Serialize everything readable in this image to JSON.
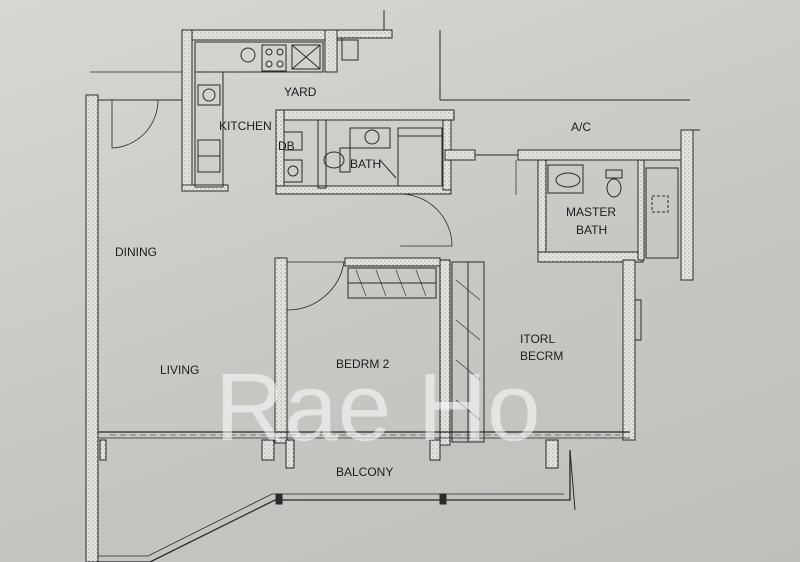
{
  "floor_plan": {
    "rooms": {
      "yard": "YARD",
      "kitchen": "KITCHEN",
      "db": "DB",
      "bath": "BATH",
      "ac": "A/C",
      "master_bath_line1": "MASTER",
      "master_bath_line2": "BATH",
      "dining": "DINING",
      "living": "LIVING",
      "bedroom2": "BEDRM 2",
      "master_bedroom_line1": "ITORL",
      "master_bedroom_line2": "BECRM",
      "balcony": "BALCONY"
    },
    "watermark": "Rae Ho",
    "colors": {
      "paper": "#d2d4cf",
      "wall": "#e8e9e4",
      "line": "#2a2a2a"
    }
  }
}
